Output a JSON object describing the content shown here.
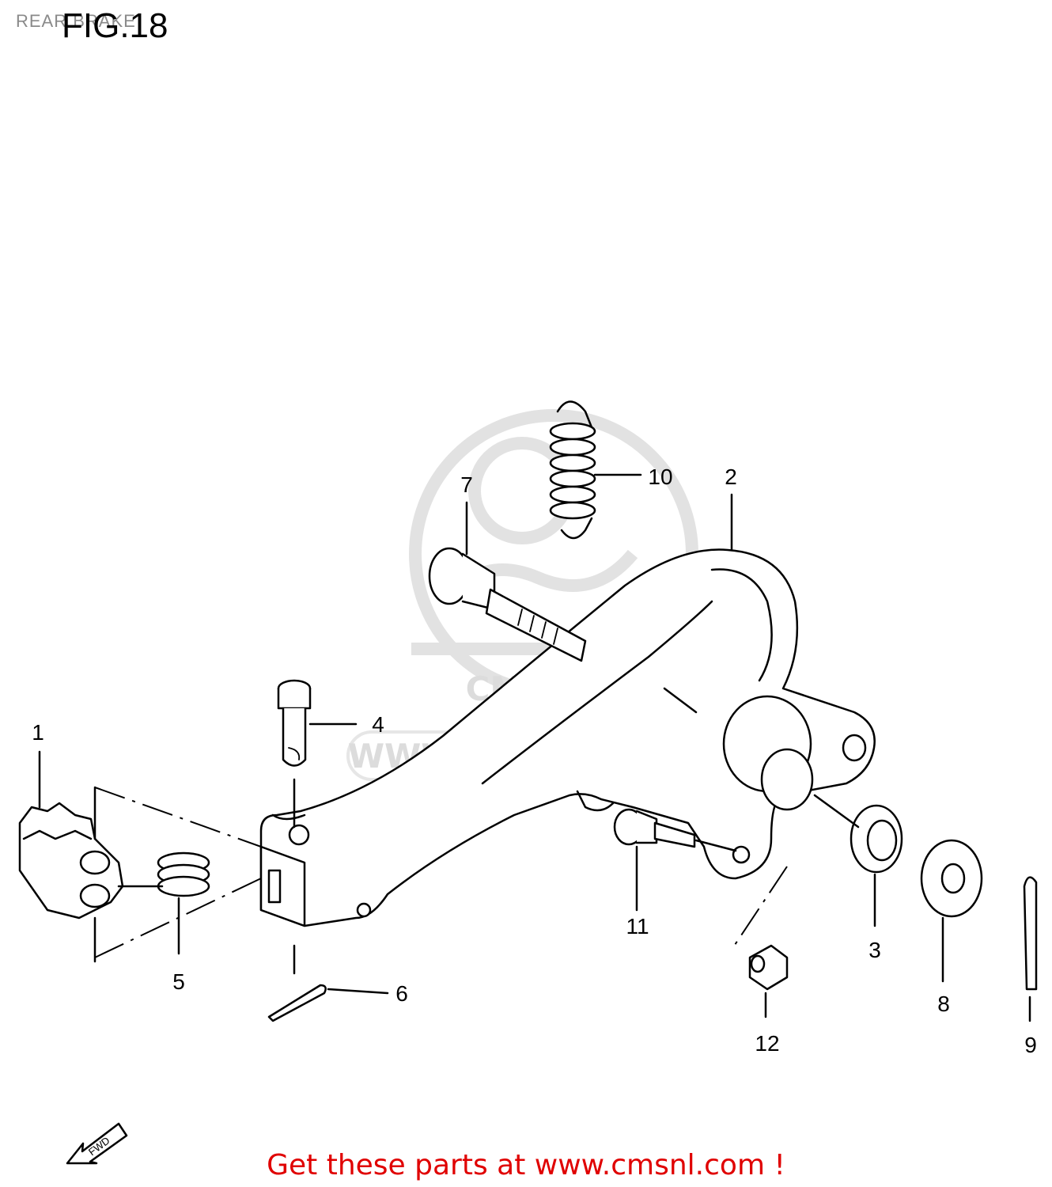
{
  "header": {
    "subtitle": "REAR BRAKE",
    "figure": "FIG.18"
  },
  "callouts": [
    "1",
    "2",
    "3",
    "4",
    "5",
    "6",
    "7",
    "8",
    "9",
    "10",
    "11",
    "12"
  ],
  "watermark": {
    "text": "WWW.CMSNL.COM",
    "logo_text": "CMS"
  },
  "direction": {
    "label": "FWD"
  },
  "footer": {
    "link_text": "Get these parts at www.cmsnl.com !"
  },
  "colors": {
    "link": "#e00000",
    "watermark": "#dcdcdc"
  }
}
